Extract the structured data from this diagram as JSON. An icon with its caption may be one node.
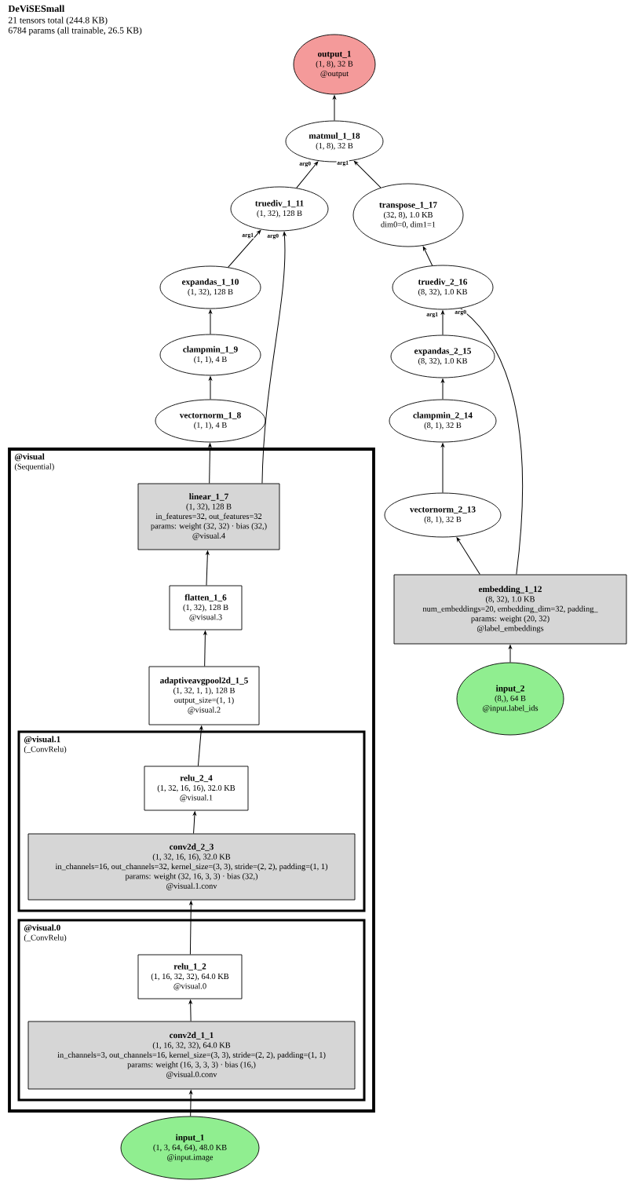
{
  "diagram": {
    "title": "DeViSESmall",
    "nodes": [
      {
        "text": [
          "output_1",
          "(1, 8), 32 B",
          "@output"
        ]
      },
      {
        "text": [
          "matmul_1_18",
          "(1, 8), 32 B"
        ]
      },
      {
        "text": [
          "truediv_1_11",
          "(1, 32), 128 B"
        ]
      },
      {
        "text": [
          "transpose_1_17",
          "(32, 8), 1.0 KB",
          "dim0=0, dim1=1"
        ]
      },
      {
        "text": [
          "expandas_1_10",
          "(1, 32), 128 B"
        ]
      },
      {
        "text": [
          "truediv_2_16",
          "(8, 32), 1.0 KB"
        ]
      },
      {
        "text": [
          "clampmin_1_9",
          "(1, 1), 4 B"
        ]
      },
      {
        "text": [
          "expandas_2_15",
          "(8, 32), 1.0 KB"
        ]
      },
      {
        "text": [
          "vectornorm_1_8",
          "(1, 1), 4 B"
        ]
      },
      {
        "text": [
          "clampmin_2_14",
          "(8, 1), 32 B"
        ]
      },
      {
        "text": [
          "@visual",
          "(Sequential)"
        ]
      },
      {
        "text": [
          "linear_1_7",
          "(1, 32), 128 B",
          "in_features=32, out_features=32",
          "params: weight (32, 32) · bias (32,)",
          "@visual.4"
        ],
        "in": 10
      },
      {
        "text": [
          "vectornorm_2_13",
          "(8, 1), 32 B"
        ]
      },
      {
        "text": [
          "flatten_1_6",
          "(1, 32), 128 B",
          "@visual.3"
        ],
        "in": 10
      },
      {
        "text": [
          "embedding_1_12",
          "(8, 32), 1.0 KB",
          "num_embeddings=20, embedding_dim=32, padding_",
          "params: weight (20, 32)",
          "@label_embeddings"
        ]
      },
      {
        "text": [
          "adaptiveavgpool2d_1_5",
          "(1, 32, 1, 1), 128 B",
          "output_size=(1, 1)",
          "@visual.2"
        ],
        "in": 10
      },
      {
        "text": [
          "input_2",
          "(8,), 64 B",
          "@input.label_ids"
        ]
      },
      {
        "text": [
          "@visual.1",
          "(_ConvRelu)"
        ],
        "in": 10
      },
      {
        "text": [
          "relu_2_4",
          "(1, 32, 16, 16), 32.0 KB",
          "@visual.1"
        ],
        "in": 17
      },
      {
        "text": [
          "conv2d_2_3",
          "(1, 32, 16, 16), 32.0 KB",
          "in_channels=16, out_channels=32, kernel_size=(3, 3), stride=(2, 2), padding=(1, 1)",
          "params: weight (32, 16, 3, 3) · bias (32,)",
          "@visual.1.conv"
        ],
        "in": 17
      },
      {
        "text": [
          "@visual.0",
          "(_ConvRelu)"
        ],
        "in": 10
      },
      {
        "text": [
          "relu_1_2",
          "(1, 16, 32, 32), 64.0 KB",
          "@visual.0"
        ],
        "in": 20
      },
      {
        "text": [
          "conv2d_1_1",
          "(1, 16, 32, 32), 64.0 KB",
          "in_channels=3, out_channels=16, kernel_size=(3, 3), stride=(2, 2), padding=(1, 1)",
          "params: weight (16, 3, 3, 3) · bias (16,)",
          "@visual.0.conv"
        ],
        "in": 20
      },
      {
        "text": [
          "input_1",
          "(1, 3, 64, 64), 48.0 KB",
          "@input.image"
        ]
      }
    ],
    "edges": [
      {
        "from": 1,
        "to": 0,
        "arrow": "to"
      },
      {
        "from": 2,
        "to": 1,
        "arrow": "to",
        "label": "arg0"
      },
      {
        "from": 3,
        "to": 1,
        "arrow": "to",
        "label": "arg1"
      },
      {
        "from": 4,
        "to": 2,
        "arrow": "to",
        "label": "arg1"
      },
      {
        "from": 11,
        "to": 2,
        "arrow": "to",
        "label": "arg0"
      },
      {
        "from": 5,
        "to": 3,
        "arrow": "to"
      },
      {
        "from": 7,
        "to": 5,
        "arrow": "to",
        "label": "arg1"
      },
      {
        "from": 14,
        "to": 5,
        "arrow": "to",
        "label": "arg0"
      },
      {
        "from": 6,
        "to": 4,
        "arrow": "to"
      },
      {
        "from": 9,
        "to": 7,
        "arrow": "to"
      },
      {
        "from": 8,
        "to": 6,
        "arrow": "to"
      },
      {
        "from": 12,
        "to": 9,
        "arrow": "to"
      },
      {
        "from": 11,
        "to": 8,
        "arrow": "to"
      },
      {
        "from": 14,
        "to": 12,
        "arrow": "to"
      },
      {
        "from": 13,
        "to": 11,
        "arrow": "to"
      },
      {
        "from": 16,
        "to": 14,
        "arrow": "to"
      },
      {
        "from": 15,
        "to": 13,
        "arrow": "to"
      },
      {
        "from": 18,
        "to": 15,
        "arrow": "to"
      },
      {
        "from": 19,
        "to": 18,
        "arrow": "to"
      },
      {
        "from": 21,
        "to": 19,
        "arrow": "to"
      },
      {
        "from": 22,
        "to": 21,
        "arrow": "to"
      },
      {
        "from": 23,
        "to": 22,
        "arrow": "to"
      }
    ],
    "labels": [
      "21 tensors total (244.8 KB)",
      "6784 params (all trainable, 26.5 KB)"
    ]
  }
}
